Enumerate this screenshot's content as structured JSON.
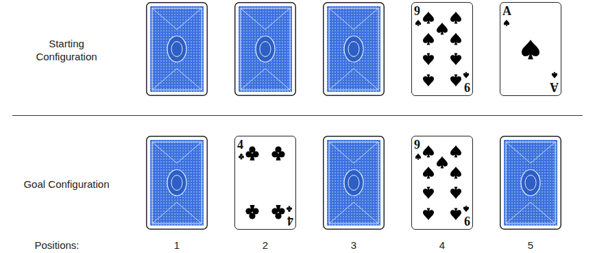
{
  "diagram": {
    "nodes": [
      {
        "text": [
          "9",
          "9"
        ]
      },
      {
        "text": [
          "A",
          "A"
        ]
      },
      {
        "text": [
          "4",
          "4"
        ]
      },
      {
        "text": [
          "9",
          "9"
        ]
      }
    ],
    "labels": [
      "Starting Configuration",
      "Goal Configuration",
      "Positions:",
      "1",
      "2",
      "3",
      "4",
      "5"
    ]
  }
}
